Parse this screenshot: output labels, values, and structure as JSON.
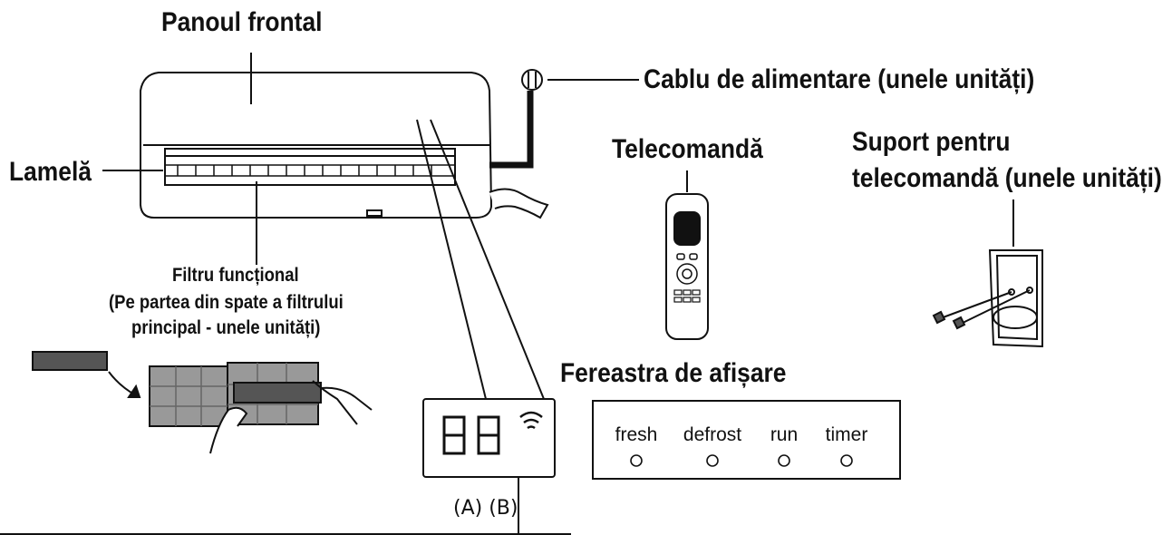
{
  "labels": {
    "front_panel": "Panoul frontal",
    "power_cable": "Cablu de alimentare (unele unități)",
    "louver": "Lamelă",
    "remote": "Telecomandă",
    "remote_holder_line1": "Suport pentru",
    "remote_holder_line2": "telecomandă (unele unități)",
    "functional_filter_line1": "Filtru funcțional",
    "functional_filter_line2": "(Pe partea din spate a filtrului",
    "functional_filter_line3": "principal - unele unități)",
    "display_window": "Fereastra de afișare",
    "display_a_b": "(A) (B)"
  },
  "display_indicators": [
    "fresh",
    "defrost",
    "run",
    "timer"
  ],
  "display_digits": "88"
}
